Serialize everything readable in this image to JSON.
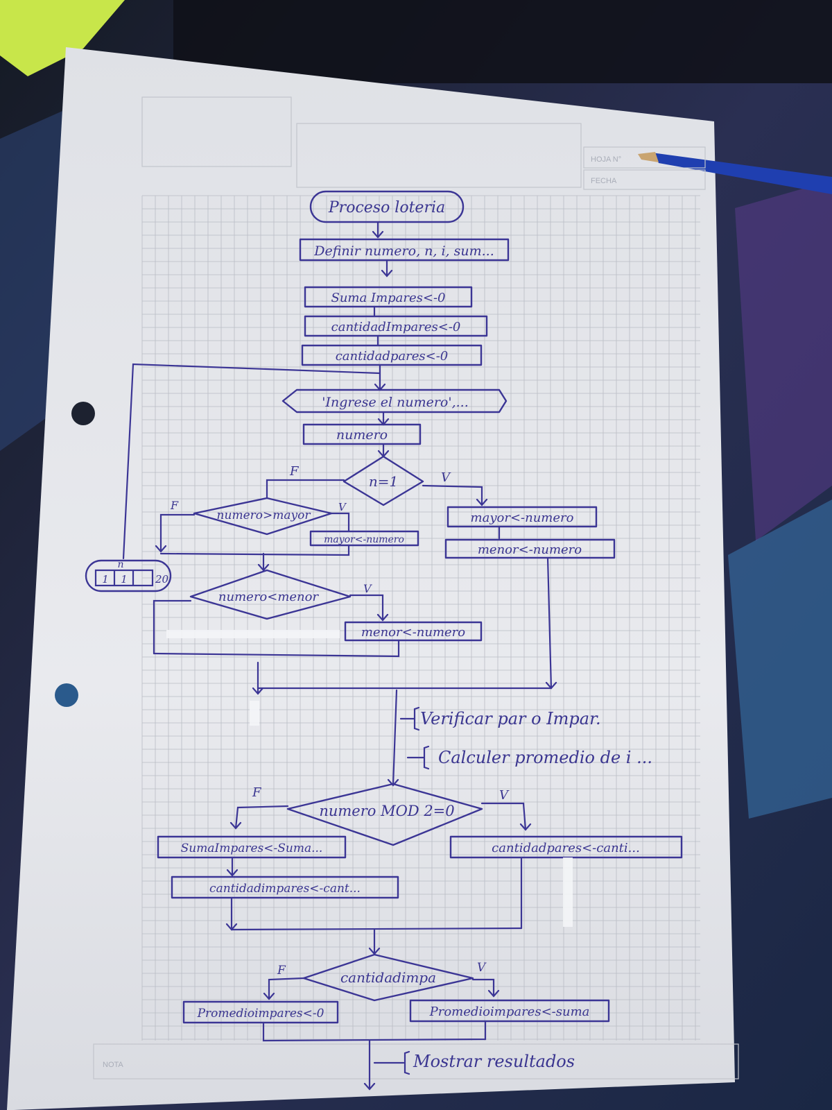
{
  "sheet": {
    "header": {
      "hoja_label": "HOJA N°",
      "fecha_label": "FECHA"
    },
    "footer": {
      "nota_label": "NOTA"
    }
  },
  "flowchart": {
    "start": "Proceso loteria",
    "define": "Definir numero, n, i, sum...",
    "init": [
      "Suma Impares<-0",
      "cantidadImpares<-0",
      "cantidadpares<-0"
    ],
    "input_prompt": "'Ingrese el numero',...",
    "read": "numero",
    "cond_first": "n=1",
    "cond_first_true": "V",
    "cond_first_false": "F",
    "first_true": [
      "mayor<-numero",
      "menor<-numero"
    ],
    "cond_mayor": "numero>mayor",
    "cond_mayor_true": "V",
    "cond_mayor_false": "F",
    "mayor_assign": "mayor<-numero",
    "cond_menor": "numero<menor",
    "cond_menor_true": "V",
    "menor_assign": "menor<-numero",
    "loop_counter": {
      "var": "n",
      "start": "1",
      "step": "1",
      "end": "20"
    },
    "comment_verify": "Verificar par o Impar.",
    "comment_average": "Calculer promedio de i ...",
    "cond_mod": "numero MOD 2=0",
    "cond_mod_true": "V",
    "cond_mod_false": "F",
    "mod_false": [
      "SumaImpares<-Suma...",
      "cantidadimpares<-cant..."
    ],
    "mod_true": "cantidadpares<-canti...",
    "cond_cantidad": "cantidadimpa",
    "cond_cantidad_true": "V",
    "cond_cantidad_false": "F",
    "cantidad_false": "Promedioimpares<-0",
    "cantidad_true": "Promedioimpares<-suma",
    "comment_show": "Mostrar resultados"
  },
  "colors": {
    "ink": "#3b3595",
    "paper": "#e7e8ec",
    "grid": "#b9bcc4",
    "pen": "#1f3fb0"
  }
}
